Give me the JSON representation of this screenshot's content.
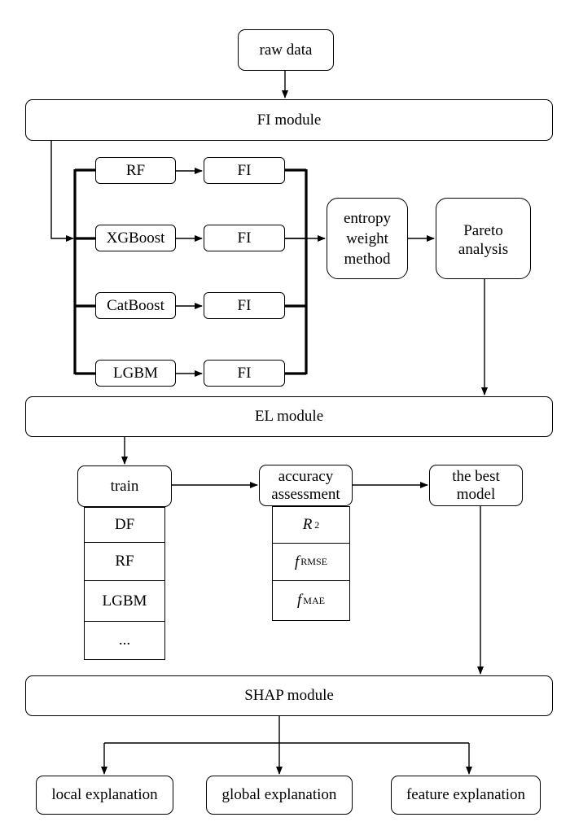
{
  "nodes": {
    "raw_data": "raw data",
    "fi_module": "FI module",
    "el_module": "EL module",
    "shap_module": "SHAP module",
    "models": [
      "RF",
      "XGBoost",
      "CatBoost",
      "LGBM"
    ],
    "fi": [
      "FI",
      "FI",
      "FI",
      "FI"
    ],
    "entropy": [
      "entropy",
      "weight",
      "method"
    ],
    "pareto": [
      "Pareto",
      "analysis"
    ],
    "train": "train",
    "train_list": [
      "DF",
      "RF",
      "LGBM",
      "..."
    ],
    "accuracy": [
      "accuracy",
      "assessment"
    ],
    "metrics": {
      "r2_base": "R",
      "r2_sup": "2",
      "rmse_base": "f",
      "rmse_sub": "RMSE",
      "mae_base": "f",
      "mae_sub": "MAE"
    },
    "best_model": [
      "the best",
      "model"
    ],
    "explanations": [
      "local explanation",
      "global explanation",
      "feature explanation"
    ]
  }
}
